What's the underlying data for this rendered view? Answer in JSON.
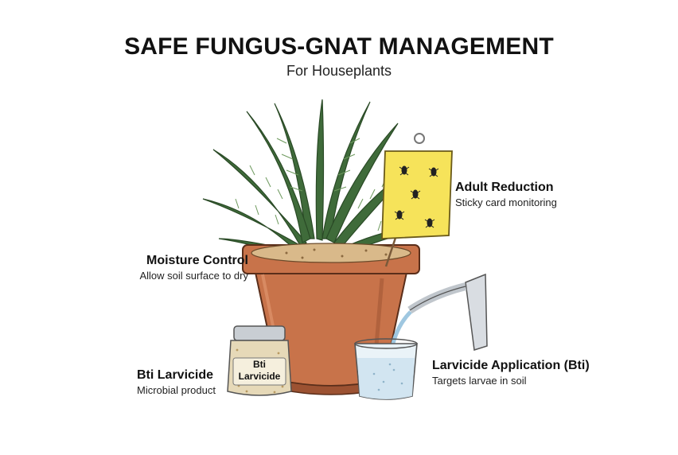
{
  "header": {
    "title": "SAFE FUNGUS-GNAT MANAGEMENT",
    "subtitle": "For Houseplants"
  },
  "callouts": {
    "adult": {
      "title": "Adult Reduction",
      "desc": "Sticky card monitoring"
    },
    "moisture": {
      "title": "Moisture Control",
      "desc": "Allow soil surface to dry"
    },
    "bti": {
      "title": "Bti Larvicide",
      "desc": "Microbial product"
    },
    "application": {
      "title": "Larvicide Application (Bti)",
      "desc": "Targets larvae in soil"
    }
  },
  "jar_label": {
    "line1": "Bti",
    "line2": "Larvicide"
  },
  "colors": {
    "pot": "#c8734a",
    "pot_dark": "#9c5232",
    "soil": "#d9b98a",
    "fern": "#3f6b3a",
    "sticky_card": "#f6e35a",
    "water": "#cfe3ef"
  },
  "icons": [
    "fern-plant",
    "terracotta-pot",
    "sticky-trap-card",
    "gnat-icon",
    "bti-jar",
    "watering-can",
    "water-glass"
  ]
}
